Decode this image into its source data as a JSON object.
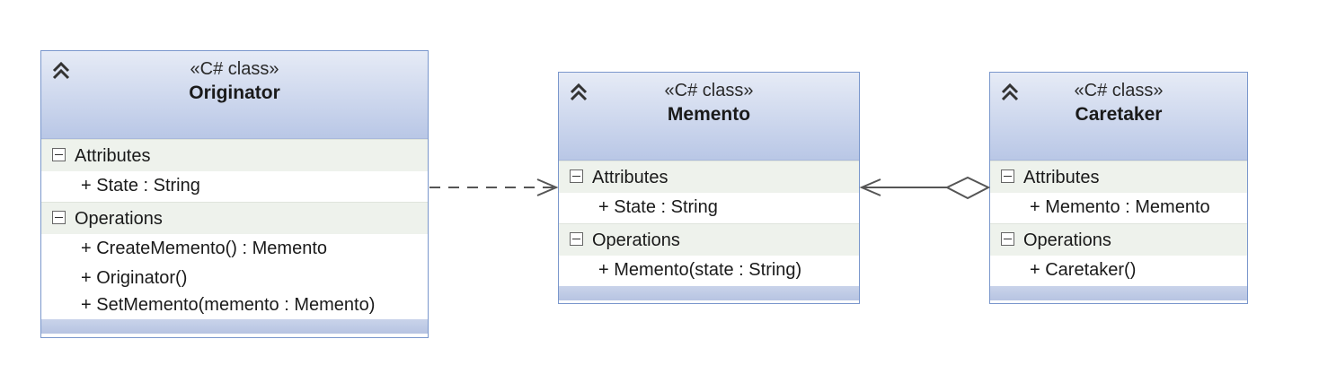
{
  "classes": {
    "originator": {
      "stereotype": "«C# class»",
      "name": "Originator",
      "attributes_label": "Attributes",
      "attributes": [
        "+ State : String"
      ],
      "operations_label": "Operations",
      "operations": [
        "+ CreateMemento() : Memento",
        "+ Originator()",
        "+ SetMemento(memento : Memento)"
      ]
    },
    "memento": {
      "stereotype": "«C# class»",
      "name": "Memento",
      "attributes_label": "Attributes",
      "attributes": [
        "+ State : String"
      ],
      "operations_label": "Operations",
      "operations": [
        "+ Memento(state : String)"
      ]
    },
    "caretaker": {
      "stereotype": "«C# class»",
      "name": "Caretaker",
      "attributes_label": "Attributes",
      "attributes": [
        "+ Memento : Memento"
      ],
      "operations_label": "Operations",
      "operations": [
        "+ Caretaker()"
      ]
    }
  },
  "connectors": [
    {
      "from": "Originator",
      "to": "Memento",
      "kind": "dependency"
    },
    {
      "from": "Caretaker",
      "to": "Memento",
      "kind": "aggregation"
    }
  ],
  "colors": {
    "border": "#7a97cc",
    "header_top": "#e6ebf6",
    "header_bottom": "#b9c7e6",
    "section_bg": "#eef2ec",
    "line": "#555555"
  }
}
